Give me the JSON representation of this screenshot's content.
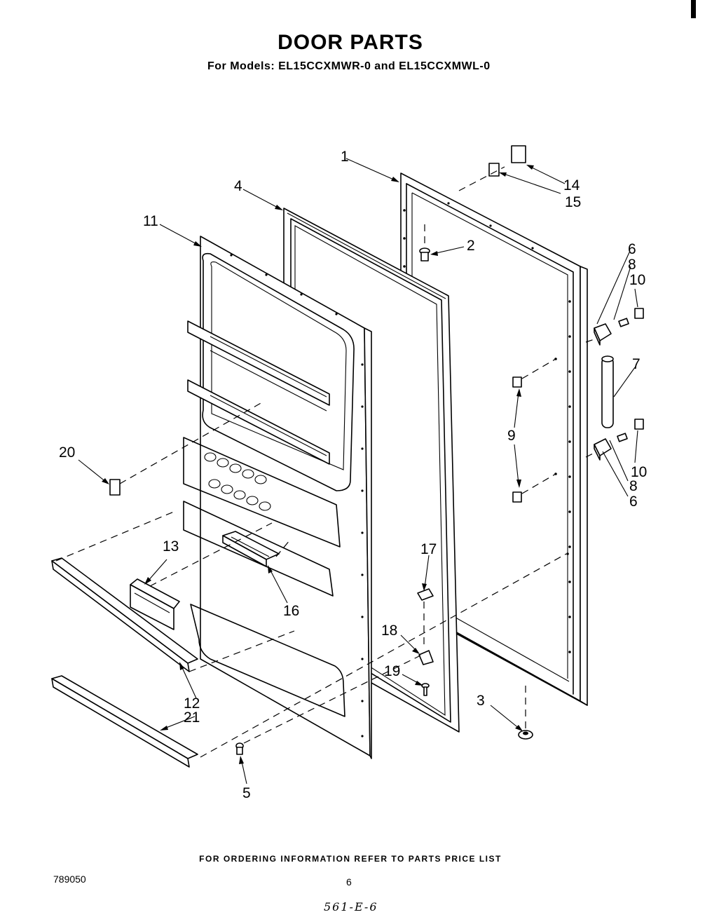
{
  "header": {
    "title": "DOOR PARTS",
    "subtitle": "For Models: EL15CCXMWR-0 and EL15CCXMWL-0"
  },
  "footer": {
    "ordering_note": "FOR ORDERING INFORMATION REFER TO PARTS PRICE LIST",
    "doc_number": "789050",
    "page_number": "6",
    "handwritten_note": "561-E-6"
  },
  "callouts": {
    "c1": "1",
    "c2": "2",
    "c3": "3",
    "c4": "4",
    "c5": "5",
    "c6a": "6",
    "c6b": "6",
    "c7": "7",
    "c8a": "8",
    "c8b": "8",
    "c9": "9",
    "c10a": "10",
    "c10b": "10",
    "c11": "11",
    "c12": "12",
    "c13": "13",
    "c14": "14",
    "c15": "15",
    "c16": "16",
    "c17": "17",
    "c18": "18",
    "c19": "19",
    "c20": "20",
    "c21": "21"
  }
}
